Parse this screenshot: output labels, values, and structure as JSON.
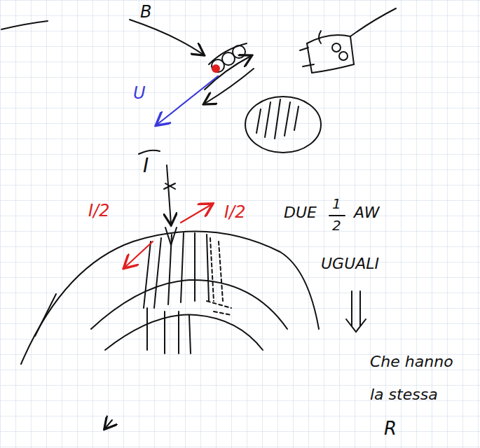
{
  "diagram": {
    "labels": [
      "B",
      "U",
      "I",
      "I/2",
      "I/2",
      "DUE",
      "1",
      "2",
      "AW",
      "UGUALI",
      "Che hanno",
      "la stessa",
      "R"
    ]
  }
}
